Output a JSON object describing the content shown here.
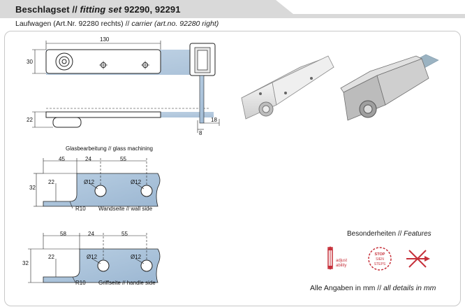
{
  "header": {
    "title_de": "Beschlagset //",
    "title_en": "fitting set",
    "title_nums": "92290, 92291"
  },
  "subtitle": {
    "de": "Laufwagen (Art.Nr. 92280 rechts) //",
    "en": "carrier (art.no. 92280 right)"
  },
  "top_drawing": {
    "dim_width": "130",
    "dim_height": "30",
    "dim_side": "22",
    "dim_profile_a": "8",
    "dim_profile_b": "18"
  },
  "glass_machining": {
    "heading": "Glasbearbeitung // glass machining",
    "wall": {
      "dim_a": "45",
      "dim_b": "24",
      "dim_c": "55",
      "dim_h": "32",
      "dim_d": "22",
      "hole_1": "Ø12",
      "hole_2": "Ø12",
      "radius": "R10",
      "caption": "Wandseite // wall side"
    },
    "handle": {
      "dim_a": "58",
      "dim_b": "24",
      "dim_c": "55",
      "dim_h": "32",
      "dim_d": "22",
      "hole_1": "Ø12",
      "hole_2": "Ø12",
      "radius": "R10",
      "caption": "Griffseite // handle side"
    }
  },
  "features": {
    "de": "Besonderheiten //",
    "en": "Features",
    "icon_adjust_text": "adjust ability",
    "icon_stop_text": "STOP SIEN STEPS",
    "icons": [
      "adjustability-icon",
      "stop-seal-icon",
      "no-tools-icon"
    ]
  },
  "footer": {
    "de": "Alle Angaben in mm //",
    "en": "all details in mm"
  },
  "colors": {
    "header_bg": "#d9d9d9",
    "glass": "#a9c3db",
    "accent_red": "#c6303a"
  }
}
